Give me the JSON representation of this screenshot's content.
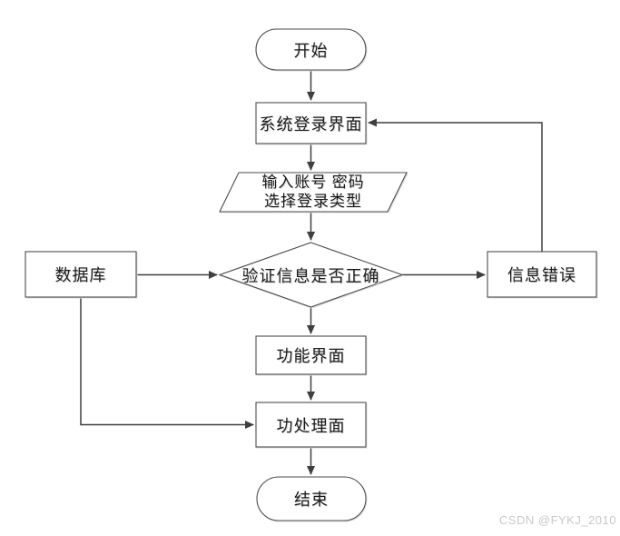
{
  "diagram": {
    "type": "flowchart",
    "background": "#ffffff",
    "colors": {
      "shape_border": "#4d4d4d",
      "connector": "#3f3f3f",
      "shape_fill": "#ffffff",
      "text": "#1a1a1a",
      "shadow": "#dedede",
      "watermark": "#c9c9c9"
    },
    "nodes": {
      "start": {
        "type": "terminator",
        "label": "开始"
      },
      "login": {
        "type": "process",
        "label": "系统登录界面"
      },
      "input": {
        "type": "input-output",
        "line1": "输入账号 密码",
        "line2": "选择登录类型"
      },
      "decision": {
        "type": "decision",
        "label": "验证信息是否正确"
      },
      "database": {
        "type": "process",
        "label": "数据库"
      },
      "error": {
        "type": "process",
        "label": "信息错误"
      },
      "function_ui": {
        "type": "process",
        "label": "功能界面"
      },
      "process_ui": {
        "type": "process",
        "label": "功处理面"
      },
      "end": {
        "type": "terminator",
        "label": "结束"
      }
    },
    "edges": [
      {
        "from": "start",
        "to": "login"
      },
      {
        "from": "login",
        "to": "input"
      },
      {
        "from": "input",
        "to": "decision"
      },
      {
        "from": "decision",
        "to": "function_ui"
      },
      {
        "from": "function_ui",
        "to": "process_ui"
      },
      {
        "from": "process_ui",
        "to": "end"
      },
      {
        "from": "database",
        "to": "decision"
      },
      {
        "from": "decision",
        "to": "error"
      },
      {
        "from": "error",
        "to": "login"
      },
      {
        "from": "database",
        "to": "process_ui"
      }
    ]
  },
  "watermark": {
    "text": "CSDN @FYKJ_2010"
  }
}
